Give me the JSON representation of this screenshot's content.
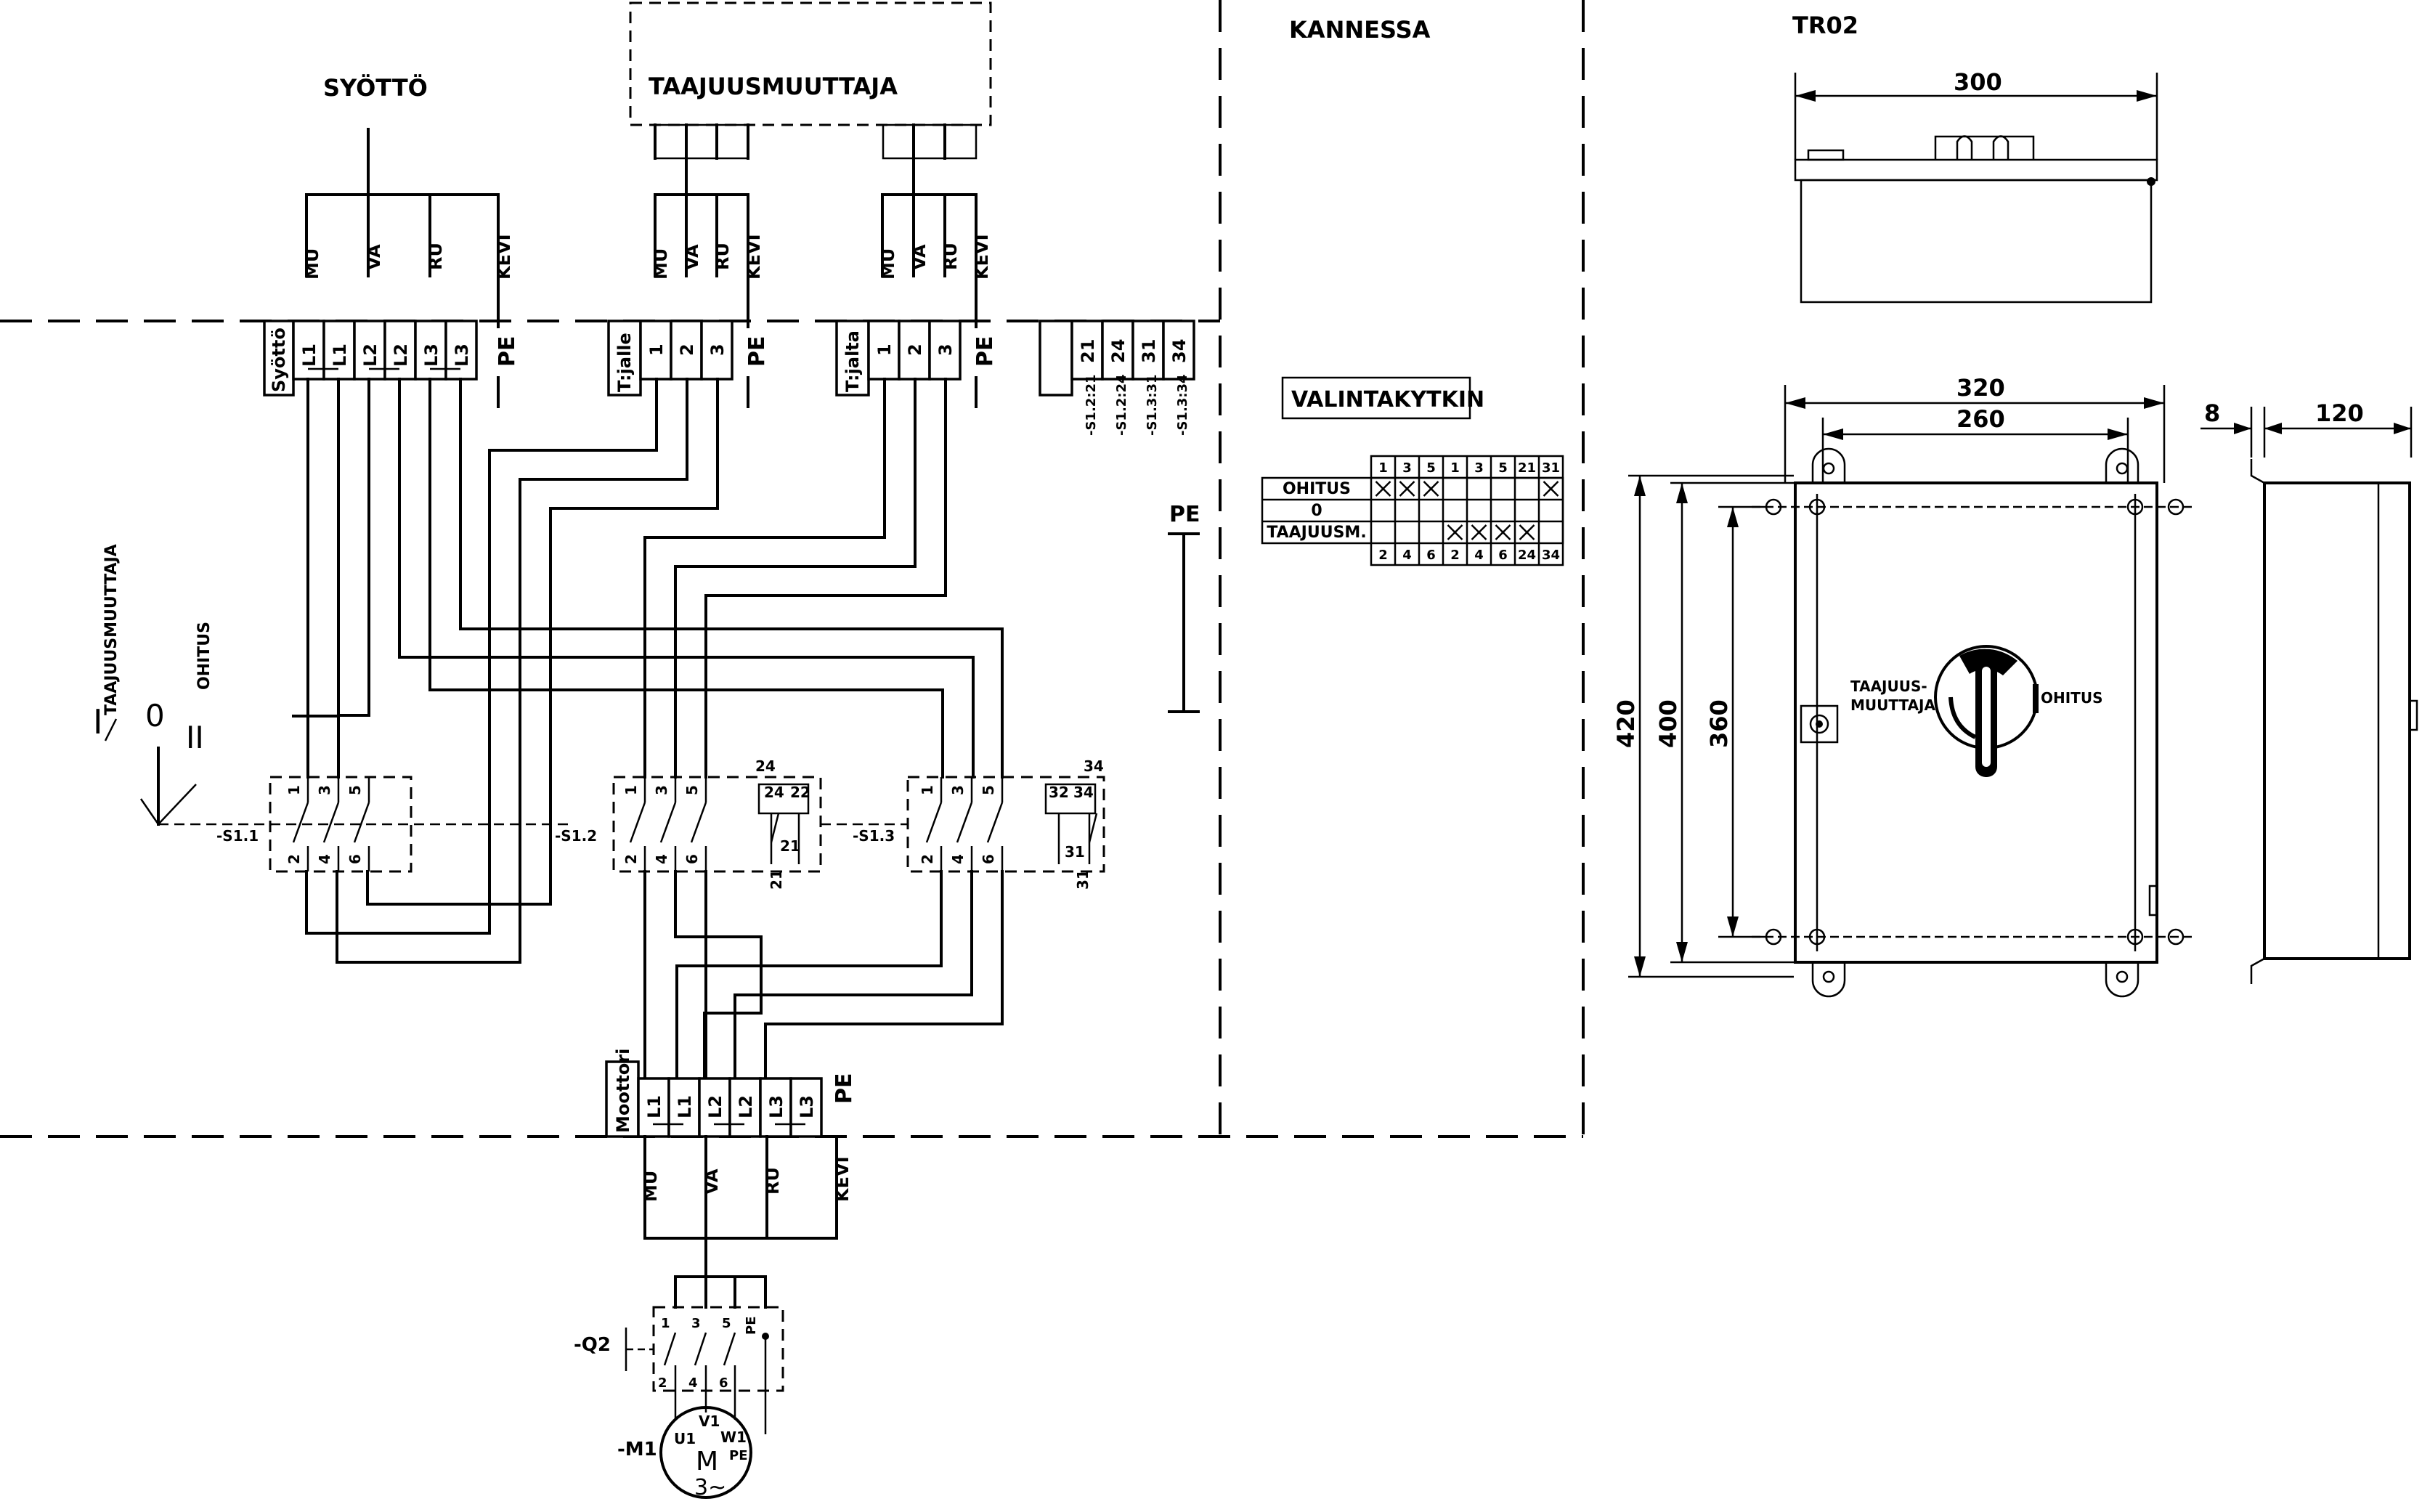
{
  "headings": {
    "feed": "SYÖTTÖ",
    "drive": "TAAJUUSMUUTTAJA",
    "lid": "KANNESSA",
    "model": "TR02",
    "selector": "VALINTAKYTKIN"
  },
  "wires": {
    "feed": [
      "MU",
      "VA",
      "RU",
      "KEVI"
    ],
    "drive_in": [
      "MU",
      "VA",
      "RU",
      "KEVI"
    ],
    "drive_out": [
      "MU",
      "VA",
      "RU",
      "KEVI"
    ],
    "motor": [
      "MU",
      "VA",
      "RU",
      "KEVI"
    ]
  },
  "terminals": {
    "feed_label": "Syöttö",
    "feed": [
      "L1",
      "L1",
      "L2",
      "L2",
      "L3",
      "L3"
    ],
    "to_drive_label": "T:jalle",
    "to_drive": [
      "1",
      "2",
      "3"
    ],
    "from_drive_label": "T:jalta",
    "from_drive": [
      "1",
      "2",
      "3"
    ],
    "aux": [
      "21",
      "24",
      "31",
      "34"
    ],
    "aux_refs": [
      "-S1.2:21",
      "-S1.2:24",
      "-S1.3:31",
      "-S1.3:34"
    ],
    "motor_label": "Moottori",
    "motor": [
      "L1",
      "L1",
      "L2",
      "L2",
      "L3",
      "L3"
    ],
    "pe": "PE"
  },
  "switch": {
    "pos1": "I",
    "pos0": "0",
    "pos2": "II",
    "label1": "TAAJUUSMUUTTAJA",
    "label2": "OHITUS",
    "tags": [
      "-S1.1",
      "-S1.2",
      "-S1.3"
    ],
    "top_contacts": [
      "1",
      "3",
      "5"
    ],
    "bottom_contacts": [
      "2",
      "4",
      "6"
    ],
    "aux_s12": [
      "24",
      "22",
      "21"
    ],
    "aux_s13": [
      "32",
      "34",
      "31"
    ]
  },
  "motor": {
    "q2": "-Q2",
    "m1": "-M1",
    "q2_top": [
      "1",
      "3",
      "5",
      "PE"
    ],
    "q2_bottom": [
      "2",
      "4",
      "6"
    ],
    "windings": [
      "U1",
      "V1",
      "W1",
      "PE"
    ],
    "symbol": "M",
    "phase": "3~"
  },
  "table": {
    "header": [
      "1",
      "3",
      "5",
      "1",
      "3",
      "5",
      "21",
      "31"
    ],
    "footer": [
      "2",
      "4",
      "6",
      "2",
      "4",
      "6",
      "24",
      "34"
    ],
    "rows": [
      {
        "label": "OHITUS",
        "marks": [
          1,
          1,
          1,
          0,
          0,
          0,
          0,
          1
        ]
      },
      {
        "label": "0",
        "marks": [
          0,
          0,
          0,
          0,
          0,
          0,
          0,
          0
        ]
      },
      {
        "label": "TAAJUUSM.",
        "marks": [
          0,
          0,
          0,
          1,
          1,
          1,
          1,
          0
        ]
      }
    ]
  },
  "dims": {
    "top_width": "300",
    "width_outer": "320",
    "width_inner": "260",
    "depth_gap": "8",
    "depth": "120",
    "height_outer": "420",
    "height_mid": "400",
    "height_inner": "360"
  },
  "front_labels": {
    "left_a": "TAAJUUS-",
    "left_b": "MUUTTAJA",
    "right": "OHITUS"
  }
}
